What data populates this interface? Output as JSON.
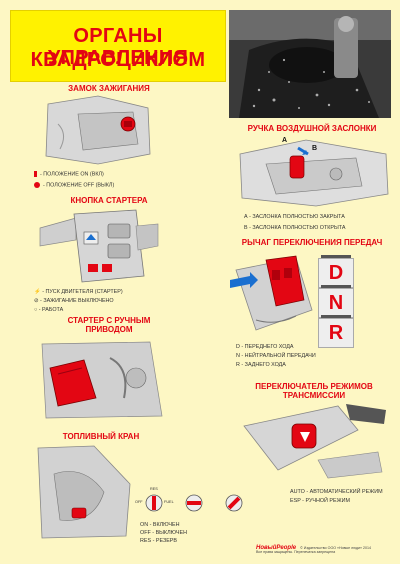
{
  "title": {
    "line1": "ОРГАНЫ УПРАВЛЕНИЯ",
    "line2": "КВАДРОЦИКЛОМ"
  },
  "ignition": {
    "heading": "ЗАМОК ЗАЖИГАНИЯ",
    "on_label": "- ПОЛОЖЕНИЕ ON (ВКЛ)",
    "off_label": "- ПОЛОЖЕНИЕ OFF (ВЫКЛ)"
  },
  "choke": {
    "heading": "РУЧКА ВОЗДУШНОЙ ЗАСЛОНКИ",
    "marker_a": "А",
    "marker_b": "В",
    "legend_a": "А - ЗАСЛОНКА ПОЛНОСТЬЮ ЗАКРЫТА",
    "legend_b": "В - ЗАСЛОНКА ПОЛНОСТЬЮ ОТКРЫТА"
  },
  "starter": {
    "heading": "КНОПКА СТАРТЕРА",
    "legend": [
      "- ПУСК ДВИГЕТЕЛЯ (СТАРТЕР)",
      "- ЗАЖИГАНИЕ ВЫКЛЮЧЕНО",
      "- РАБОТА"
    ]
  },
  "gear_lever": {
    "heading": "РЫЧАГ ПЕРЕКЛЮЧЕНИЯ ПЕРЕДАЧ",
    "gears": [
      "D",
      "N",
      "R"
    ],
    "legend": [
      "D - ПЕРЕДНЕГО ХОДА",
      "N - НЕЙТРАЛЬНОЙ ПЕРЕДАЧИ",
      "R - ЗАДНЕГО ХОДА"
    ]
  },
  "manual_starter": {
    "heading_line1": "СТАРТЕР С РУЧНЫМ",
    "heading_line2": "ПРИВОДОМ"
  },
  "mode_switch": {
    "heading_line1": "ПЕРЕКЛЮЧАТЕЛЬ РЕЖИМОВ",
    "heading_line2": "ТРАНСМИССИИ",
    "legend": [
      "AUTO - АВТОМАТИЧЕСКИЙ РЕЖИМ",
      "ESP - РУЧНОЙ РЕЖИМ"
    ]
  },
  "fuel_valve": {
    "heading": "ТОПЛИВНЫЙ КРАН",
    "dial_labels": {
      "top": "RES",
      "left": "OFF",
      "right": "FUEL"
    },
    "legend": [
      "ON - ВКЛЮЧЕН",
      "OFF - ВЫКЛЮЧЕН",
      "RES - РЕЗЕРВ"
    ]
  },
  "footer": {
    "brand": "НовыйPeople",
    "line1": "© Издательство ООО «Новые люди» 2014",
    "line2": "Все права защищены. Перепечатка запрещена"
  },
  "colors": {
    "accent": "#e30613",
    "title_bg": "#fff200",
    "page_bg": "#fdf7c4"
  }
}
